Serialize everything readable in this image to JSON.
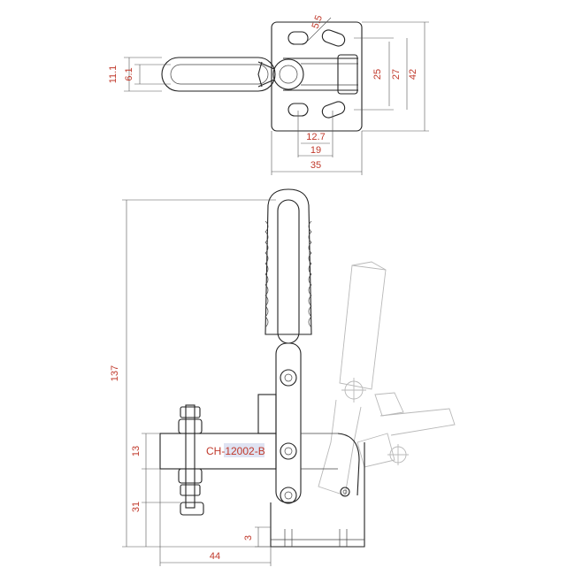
{
  "drawing": {
    "model": "CH-12002-B",
    "top_view": {
      "dims": {
        "d5_5": "5.5",
        "d11_1": "11.1",
        "d6_1": "6.1",
        "d25": "25",
        "d27": "27",
        "d42": "42",
        "d12_7": "12.7",
        "d19": "19",
        "d35": "35"
      }
    },
    "side_view": {
      "dims": {
        "d137": "137",
        "d13": "13",
        "d31": "31",
        "d3": "3",
        "d44": "44"
      }
    }
  },
  "colors": {
    "dimension_text": "#c0392b",
    "line": "#222222",
    "ghost": "#b8b8b8"
  }
}
